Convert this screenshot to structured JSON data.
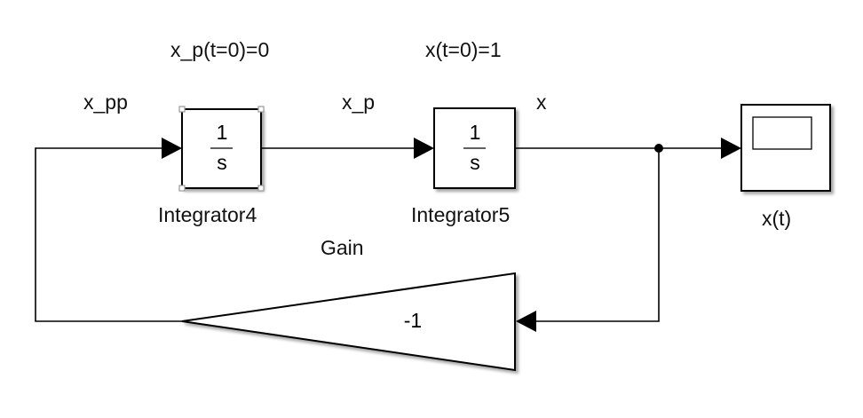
{
  "diagram": {
    "type": "simulink-block-diagram",
    "initial_conditions": {
      "integrator4": "x_p(t=0)=0",
      "integrator5": "x(t=0)=1"
    },
    "signals": {
      "x_pp": "x_pp",
      "x_p": "x_p",
      "x": "x"
    },
    "blocks": {
      "integrator4": {
        "name": "Integrator4",
        "numerator": "1",
        "denominator": "s",
        "selected": true
      },
      "integrator5": {
        "name": "Integrator5",
        "numerator": "1",
        "denominator": "s",
        "selected": false
      },
      "scope": {
        "name": "x(t)"
      },
      "gain": {
        "name": "Gain",
        "value": "-1"
      }
    },
    "connections": [
      {
        "from": "gain",
        "to": "integrator4",
        "signal": "x_pp"
      },
      {
        "from": "integrator4",
        "to": "integrator5",
        "signal": "x_p"
      },
      {
        "from": "integrator5",
        "to": "scope",
        "signal": "x"
      },
      {
        "from": "integrator5",
        "to": "gain",
        "signal": "x"
      }
    ],
    "colors": {
      "line": "#000000",
      "block_fill": "#ffffff",
      "selection_handle": "#9a9a9a",
      "shadow": "#b0b0b0"
    }
  }
}
